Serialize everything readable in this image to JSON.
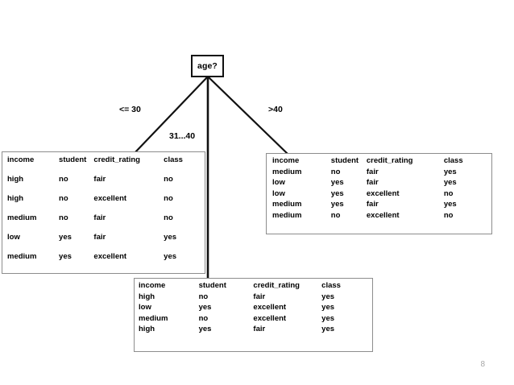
{
  "slide": {
    "page_number": "8",
    "page_number_color": "#a6a6a6",
    "background_color": "#ffffff"
  },
  "tree": {
    "root": {
      "label": "age?",
      "shape": "rectangle",
      "border_color": "#111111"
    },
    "branches": [
      {
        "id": "left",
        "label": "<= 30"
      },
      {
        "id": "middle",
        "label": "31...40"
      },
      {
        "id": "right",
        "label": ">40"
      }
    ],
    "edge_color": "#111111"
  },
  "leaves": {
    "left": {
      "branch": "<= 30",
      "columns": [
        "income",
        "student",
        "credit_rating",
        "class"
      ],
      "rows": [
        [
          "high",
          "no",
          "fair",
          "no"
        ],
        [
          "high",
          "no",
          "excellent",
          "no"
        ],
        [
          "medium",
          "no",
          "fair",
          "no"
        ],
        [
          "low",
          "yes",
          "fair",
          "yes"
        ],
        [
          "medium",
          "yes",
          "excellent",
          "yes"
        ]
      ]
    },
    "middle": {
      "branch": "31...40",
      "columns": [
        "income",
        "student",
        "credit_rating",
        "class"
      ],
      "rows": [
        [
          "high",
          "no",
          "fair",
          "yes"
        ],
        [
          "low",
          "yes",
          "excellent",
          "yes"
        ],
        [
          "medium",
          "no",
          "excellent",
          "yes"
        ],
        [
          "high",
          "yes",
          "fair",
          "yes"
        ]
      ]
    },
    "right": {
      "branch": ">40",
      "columns": [
        "income",
        "student",
        "credit_rating",
        "class"
      ],
      "rows": [
        [
          "medium",
          "no",
          "fair",
          "yes"
        ],
        [
          "low",
          "yes",
          "fair",
          "yes"
        ],
        [
          "low",
          "yes",
          "excellent",
          "no"
        ],
        [
          "medium",
          "yes",
          "fair",
          "yes"
        ],
        [
          "medium",
          "no",
          "excellent",
          "no"
        ]
      ]
    }
  }
}
